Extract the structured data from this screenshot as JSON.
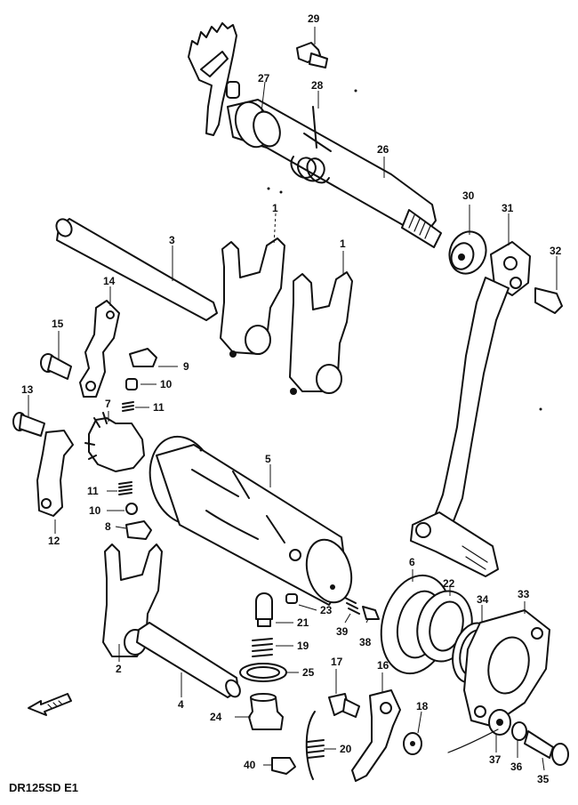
{
  "callouts": {
    "p1": "1",
    "p2": "2",
    "p3": "3",
    "p4": "4",
    "p5": "5",
    "p6": "6",
    "p7": "7",
    "p8": "8",
    "p9": "9",
    "p10": "10",
    "p11": "11",
    "p12": "12",
    "p13": "13",
    "p14": "14",
    "p15": "15",
    "p16": "16",
    "p17": "17",
    "p18": "18",
    "p19": "19",
    "p20": "20",
    "p21": "21",
    "p22": "22",
    "p23": "23",
    "p24": "24",
    "p25": "25",
    "p26": "26",
    "p27": "27",
    "p28": "28",
    "p29": "29",
    "p30": "30",
    "p31": "31",
    "p32": "32",
    "p33": "33",
    "p34": "34",
    "p35": "35",
    "p36": "36",
    "p37": "37",
    "p38": "38",
    "p39": "39",
    "p40": "40"
  },
  "diagram_code": "DR125SD E1"
}
